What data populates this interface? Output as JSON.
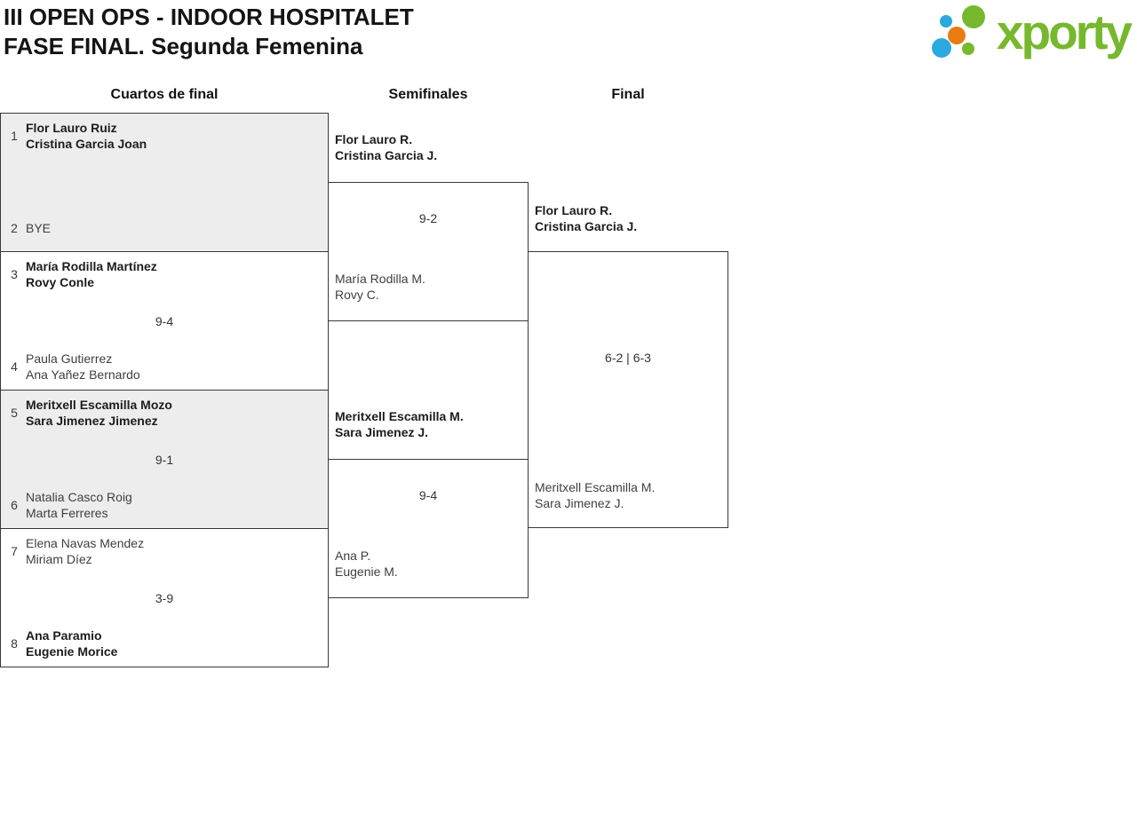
{
  "header": {
    "title_line1": "III OPEN OPS - INDOOR HOSPITALET",
    "title_line2": "FASE FINAL. Segunda Femenina",
    "logo_text": "xporty"
  },
  "round_headers": {
    "quarterfinals": "Cuartos de final",
    "semifinals": "Semifinales",
    "final": "Final"
  },
  "colors": {
    "logo_green": "#76b82e",
    "logo_blue": "#2aa9e0",
    "logo_orange": "#e87c12",
    "shaded_match_bg": "#ededed",
    "bracket_border": "#383838"
  },
  "quarterfinals": [
    {
      "seed_top": "1",
      "team_top": {
        "line1": "Flor Lauro Ruiz",
        "line2": "Cristina Garcia Joan"
      },
      "score": "",
      "seed_bottom": "2",
      "team_bottom": {
        "line1": "BYE",
        "line2": ""
      }
    },
    {
      "seed_top": "3",
      "team_top": {
        "line1": "María Rodilla Martínez",
        "line2": "Rovy Conle"
      },
      "score": "9-4",
      "seed_bottom": "4",
      "team_bottom": {
        "line1": "Paula Gutierrez",
        "line2": "Ana Yañez Bernardo"
      }
    },
    {
      "seed_top": "5",
      "team_top": {
        "line1": "Meritxell Escamilla Mozo",
        "line2": "Sara Jimenez Jimenez"
      },
      "score": "9-1",
      "seed_bottom": "6",
      "team_bottom": {
        "line1": "Natalia Casco Roig",
        "line2": "Marta Ferreres"
      }
    },
    {
      "seed_top": "7",
      "team_top": {
        "line1": "Elena Navas Mendez",
        "line2": "Miriam Díez"
      },
      "score": "3-9",
      "seed_bottom": "8",
      "team_bottom": {
        "line1": "Ana Paramio",
        "line2": "Eugenie Morice"
      }
    }
  ],
  "semifinals": [
    {
      "winner": {
        "line1": "Flor Lauro R.",
        "line2": "Cristina Garcia J."
      },
      "score": "9-2",
      "loser": {
        "line1": "María Rodilla M.",
        "line2": "Rovy C."
      }
    },
    {
      "winner": {
        "line1": "Meritxell Escamilla M.",
        "line2": "Sara Jimenez J."
      },
      "score": "9-4",
      "loser": {
        "line1": "Ana P.",
        "line2": "Eugenie M."
      }
    }
  ],
  "final": {
    "winner": {
      "line1": "Flor Lauro R.",
      "line2": "Cristina Garcia J."
    },
    "score": "6-2 | 6-3",
    "loser": {
      "line1": "Meritxell Escamilla M.",
      "line2": "Sara Jimenez J."
    }
  }
}
